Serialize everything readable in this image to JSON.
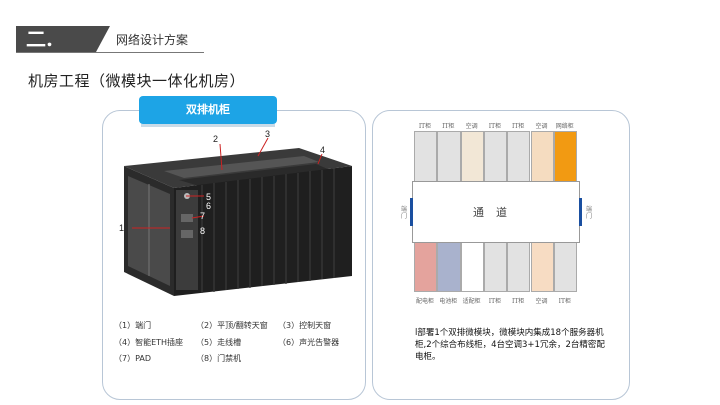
{
  "header": {
    "section_number": "二.",
    "section_title": "网络设计方案"
  },
  "page_title": "机房工程（微模块一体化机房）",
  "left_panel": {
    "tab_label": "双排机柜",
    "callouts": [
      "1",
      "2",
      "3",
      "4",
      "5",
      "6",
      "7",
      "8"
    ],
    "legend": [
      "（1）端门",
      "（2）平顶/翻转天窗",
      "（3）控制天窗",
      "（4）智能ETH插座",
      "（5）走线槽",
      "（6）声光告警器",
      "（7）PAD",
      "（8）门禁机"
    ]
  },
  "right_panel": {
    "top_row": [
      {
        "label": "IT柜",
        "color": "#e2e2e2"
      },
      {
        "label": "IT柜",
        "color": "#e2e2e2"
      },
      {
        "label": "空调",
        "color": "#f2e7d6"
      },
      {
        "label": "IT柜",
        "color": "#e2e2e2"
      },
      {
        "label": "IT柜",
        "color": "#e2e2e2"
      },
      {
        "label": "空调",
        "color": "#f5dcc0"
      },
      {
        "label": "网络柜",
        "color": "#f29a12"
      }
    ],
    "bottom_row": [
      {
        "label": "配电柜",
        "color": "#e4a39d"
      },
      {
        "label": "电池柜",
        "color": "#a9b2cd"
      },
      {
        "label": "适配柜",
        "color": "#ffffff"
      },
      {
        "label": "IT柜",
        "color": "#e2e2e2"
      },
      {
        "label": "IT柜",
        "color": "#e2e2e2"
      },
      {
        "label": "空调",
        "color": "#f7dcc3"
      },
      {
        "label": "IT柜",
        "color": "#e2e2e2"
      }
    ],
    "corridor_label": "通道",
    "left_door": "端门",
    "right_door": "端门",
    "description": "l部署1个双排微模块，微模块内集成18个服务器机柜,2个综合布线柜，4台空调3+1冗余，2台精密配电柜。"
  }
}
